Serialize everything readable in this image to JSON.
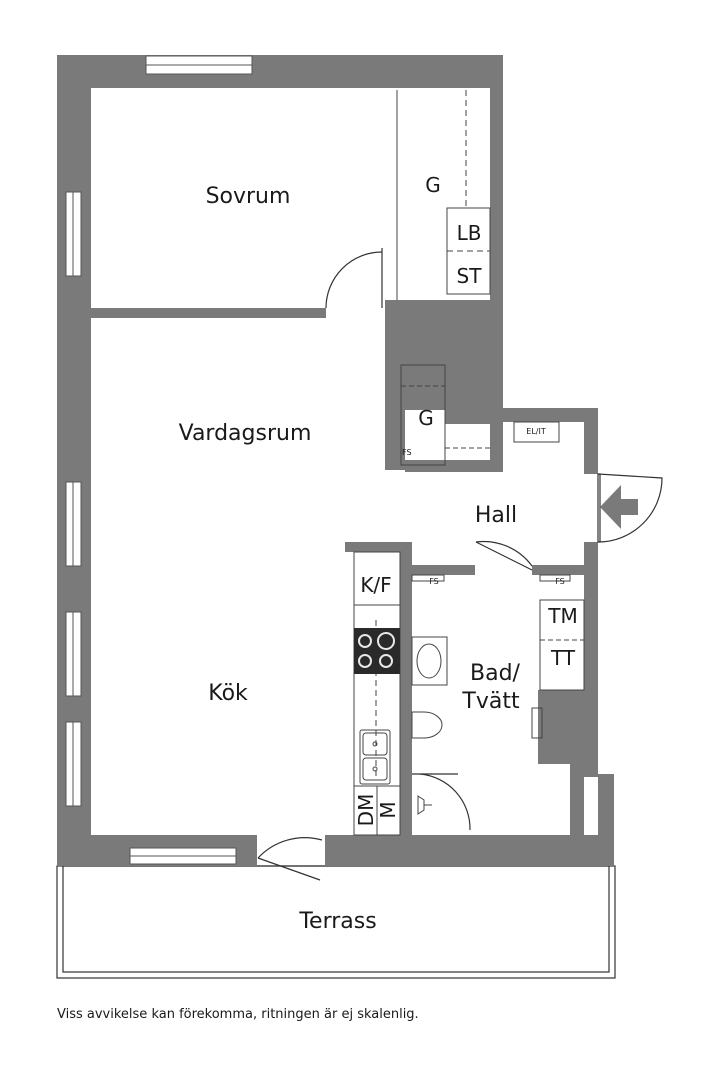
{
  "rooms": {
    "sovrum": "Sovrum",
    "vardagsrum": "Vardagsrum",
    "kok": "Kök",
    "hall": "Hall",
    "bad_line1": "Bad/",
    "bad_line2": "Tvätt",
    "terrass": "Terrass"
  },
  "fixtures": {
    "g_bedroom": "G",
    "lb": "LB",
    "st": "ST",
    "g_hall": "G",
    "fs_closet": "FS",
    "el_it": "EL/IT",
    "kf": "K/F",
    "fs_bath": "FS",
    "fs_laundry": "FS",
    "tm": "TM",
    "tt": "TT",
    "dm": "DM",
    "m": "M"
  },
  "disclaimer": "Viss avvikelse kan förekomma, ritningen är ej skalenlig.",
  "colors": {
    "wall": "#7a7a7a",
    "line": "#333333",
    "background": "#ffffff"
  }
}
